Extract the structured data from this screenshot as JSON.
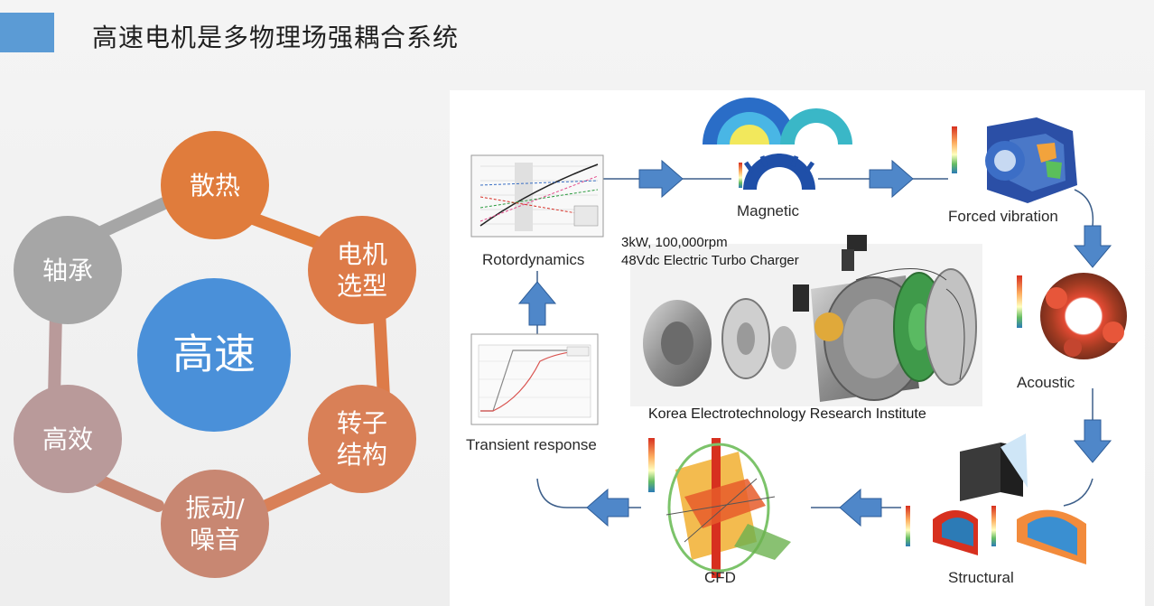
{
  "slide": {
    "title": "高速电机是多物理场强耦合系统",
    "accent_color": "#5b9bd5"
  },
  "cycle": {
    "center": "高速",
    "nodes": [
      {
        "label": "散热",
        "color": "#e07c3c"
      },
      {
        "label": "电机\n选型",
        "color": "#dd7b48"
      },
      {
        "label": "转子\n结构",
        "color": "#d98057"
      },
      {
        "label": "振动/\n噪音",
        "color": "#c88772"
      },
      {
        "label": "高效",
        "color": "#b99a9a"
      },
      {
        "label": "轴承",
        "color": "#a6a6a6"
      }
    ],
    "center_color": "#4a90d9"
  },
  "diagram": {
    "stages": {
      "rotordynamics": "Rotordynamics",
      "magnetic": "Magnetic",
      "forced_vibration": "Forced vibration",
      "acoustic": "Acoustic",
      "structural": "Structural",
      "cfd": "CFD",
      "transient": "Transient response"
    },
    "center_title_line1": "3kW, 100,000rpm",
    "center_title_line2": "48Vdc Electric Turbo Charger",
    "center_caption": "Korea Electrotechnology Research Institute",
    "arrow_color": "#4f87c9"
  }
}
